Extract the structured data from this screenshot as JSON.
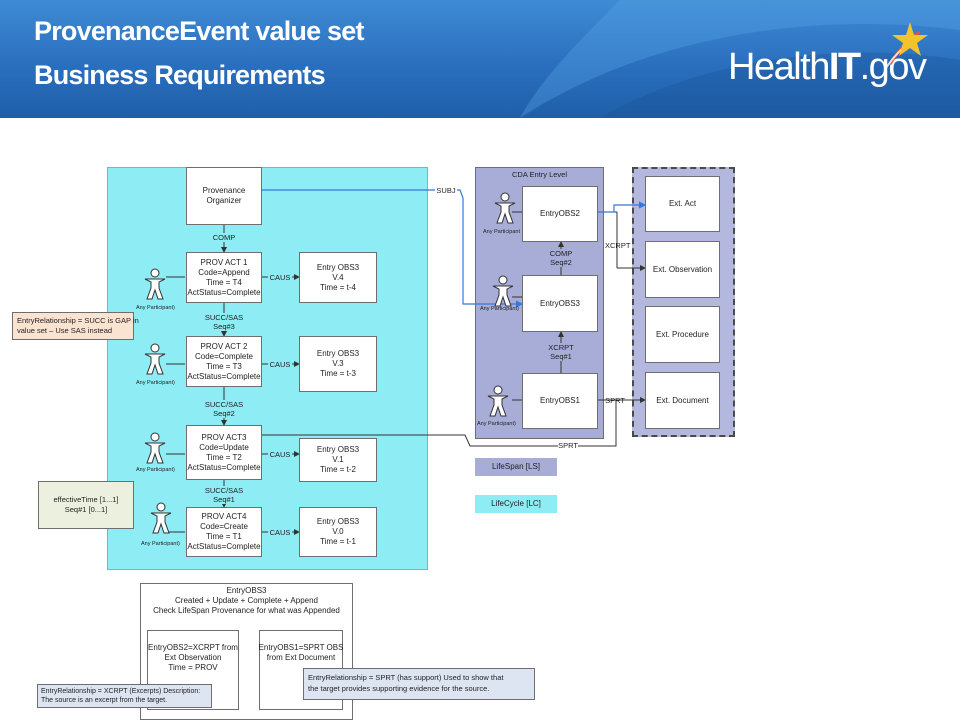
{
  "header": {
    "title_line1": "ProvenanceEvent value set",
    "title_line2": "Business Requirements",
    "logo_prefix": "Health",
    "logo_it": "IT",
    "logo_suffix": ".gov"
  },
  "colors": {
    "header_blue": "#2a6fbe",
    "provenance_region": "#8eecf4",
    "cda_region": "#a8add8",
    "external_region": "#b4b8de",
    "note_fill": "#fbe3d2",
    "arrow_blue": "#3478d8"
  },
  "provenance": {
    "organizer": [
      "Provenance",
      "Organizer"
    ],
    "comp": "COMP",
    "acts": [
      {
        "lines": [
          "PROV ACT 1",
          "Code=Append",
          "Time = T4",
          "ActStatus=Complete"
        ],
        "entry": [
          "Entry OBS3",
          "V.4",
          "Time = t-4"
        ]
      },
      {
        "lines": [
          "PROV ACT 2",
          "Code=Complete",
          "Time = T3",
          "ActStatus=Complete"
        ],
        "entry": [
          "Entry OBS3",
          "V.3",
          "Time = t-3"
        ]
      },
      {
        "lines": [
          "PROV ACT3",
          "Code=Update",
          "Time = T2",
          "ActStatus=Complete"
        ],
        "entry": [
          "Entry OBS3",
          "V.1",
          "Time = t-2"
        ]
      },
      {
        "lines": [
          "PROV ACT4",
          "Code=Create",
          "Time = T1",
          "ActStatus=Complete"
        ],
        "entry": [
          "Entry OBS3",
          "V.0",
          "Time = t-1"
        ]
      }
    ],
    "caus": "CAUS",
    "succ": [
      {
        "line1": "SUCC/SAS",
        "line2": "Seq#3"
      },
      {
        "line1": "SUCC/SAS",
        "line2": "Seq#2"
      },
      {
        "line1": "SUCC/SAS",
        "line2": "Seq#1"
      }
    ],
    "participant_label": "Any Participant)",
    "note_entry_relationship": [
      "EntryRelationship = SUCC is GAP in",
      "value set – Use SAS instead"
    ],
    "note_effective_time": [
      "effectiveTime [1...1]",
      "Seq#1 [0...1]"
    ]
  },
  "cda": {
    "title": "CDA Entry Level",
    "subj": "SUBJ",
    "participant_label": "Any Participant",
    "participant_label_2": "Any Participant)",
    "entries": [
      "EntryOBS2",
      "EntryOBS3",
      "EntryOBS1"
    ],
    "comp": [
      "COMP",
      "Seq#2"
    ],
    "xcrpt_mid": [
      "XCRPT",
      "Seq#1"
    ],
    "xcrpt": "XCRPT",
    "sprt": "SPRT",
    "sprt_bottom": "SPRT"
  },
  "external": [
    "Ext. Act",
    "Ext. Observation",
    "Ext. Procedure",
    "Ext. Document"
  ],
  "legend": {
    "lifespan": "LifeSpan [LS]",
    "lifecycle": "LifeCycle [LC]"
  },
  "summary": {
    "lines": [
      "EntryOBS3",
      "Created + Update + Complete + Append",
      "Check LifeSpan Provenance for what was Appended"
    ],
    "box_left": [
      "EntryOBS2=XCRPT from",
      "Ext Observation",
      "Time = PROV"
    ],
    "box_right": [
      "EntryOBS1=SPRT OBS",
      "from Ext Document"
    ],
    "note_xcrpt": [
      "EntryRelationship = XCRPT (Excerpts) Description:",
      "The source is an excerpt from the target."
    ],
    "note_sprt": [
      "EntryRelationship = SPRT (has support)  Used to show that",
      "the target provides supporting evidence for the source."
    ]
  }
}
